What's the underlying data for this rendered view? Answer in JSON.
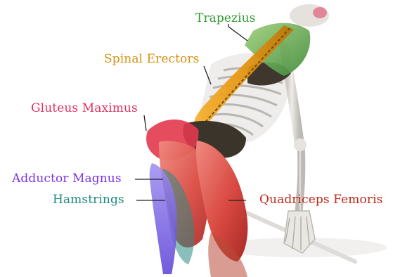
{
  "labels": {
    "trapezius": "Trapezius",
    "spinal_erectors": "Spinal Erectors",
    "gluteus_maximus": "Gluteus Maximus",
    "adductor_magnus": "Adductor Magnus",
    "hamstrings": "Hamstrings",
    "quadriceps_femoris": "Quadriceps Femoris"
  },
  "colors": {
    "trapezius": "#2e9a2e",
    "spinal_erectors": "#d4920f",
    "gluteus_maximus": "#e0305e",
    "adductor_magnus": "#7a34e6",
    "hamstrings": "#1f8a80",
    "quadriceps_femoris": "#c1281a",
    "leader_line": "#222222",
    "bone": "#d9d6d1",
    "muscle_red": "#d84a44"
  }
}
